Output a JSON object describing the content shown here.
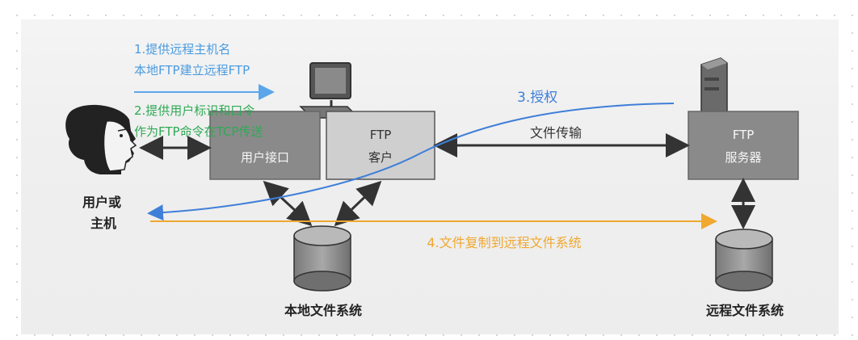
{
  "user": {
    "label_line1": "用户或",
    "label_line2": "主机"
  },
  "boxes": {
    "user_interface": "用户接口",
    "ftp_client_line1": "FTP",
    "ftp_client_line2": "客户",
    "ftp_server_line1": "FTP",
    "ftp_server_line2": "服务器"
  },
  "links": {
    "file_transfer": "文件传输"
  },
  "storage": {
    "local": "本地文件系统",
    "remote": "远程文件系统"
  },
  "steps": {
    "step1_line1": "1.提供远程主机名",
    "step1_line2": "本地FTP建立远程FTP",
    "step2_line1": "2.提供用户标识和口令",
    "step2_line2": "作为FTP命令在TCP传送",
    "step3": "3.授权",
    "step4": "4.文件复制到远程文件系统"
  },
  "colors": {
    "blue": "#4a9be0",
    "green": "#2faa55",
    "orange": "#f0a830",
    "arc_blue": "#3f7fd8"
  }
}
